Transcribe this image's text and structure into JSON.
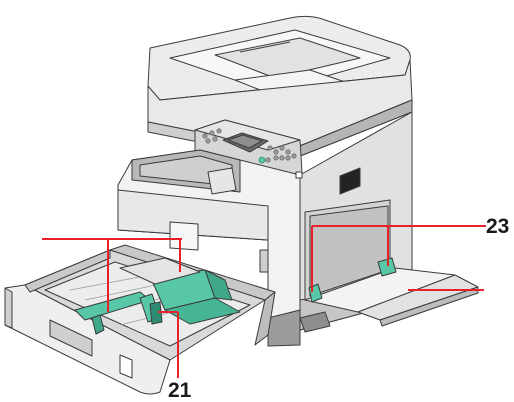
{
  "diagram": {
    "callouts": [
      {
        "id": "callout-23",
        "number": "23"
      },
      {
        "id": "callout-21",
        "number": "21"
      }
    ],
    "colors": {
      "leader_line": "#e8202a",
      "guide_green": "#57c7a7",
      "outline": "#3b3b3b",
      "body_light": "#f1f1f1",
      "body_mid": "#d9d9d9",
      "body_dark": "#8c8c8c"
    }
  }
}
